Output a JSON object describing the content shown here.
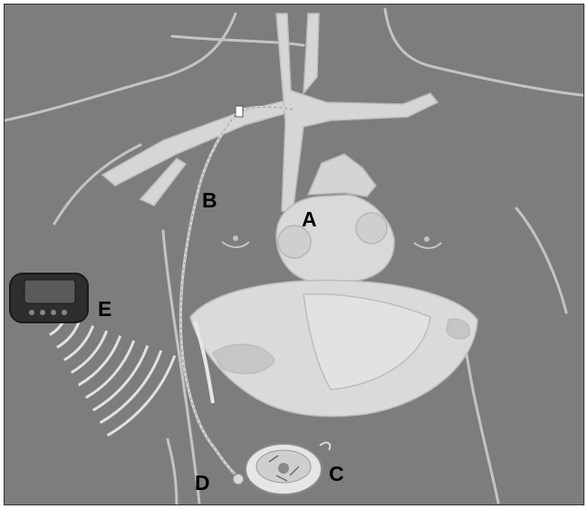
{
  "labels": {
    "a": "A",
    "b": "B",
    "c": "C",
    "d": "D",
    "e": "E"
  },
  "colors": {
    "background": "#7d7d7d",
    "outline": "#c8c8c8",
    "organ_fill": "#d4d4d4",
    "vessel_fill": "#d9d9d9",
    "device_dark": "#2e2e2e",
    "label": "#000000"
  },
  "icons": {
    "external_device": "handheld-programmer-icon",
    "implanted_device": "implanted-pump-icon",
    "wireless_signal": "telemetry-waves-icon"
  }
}
